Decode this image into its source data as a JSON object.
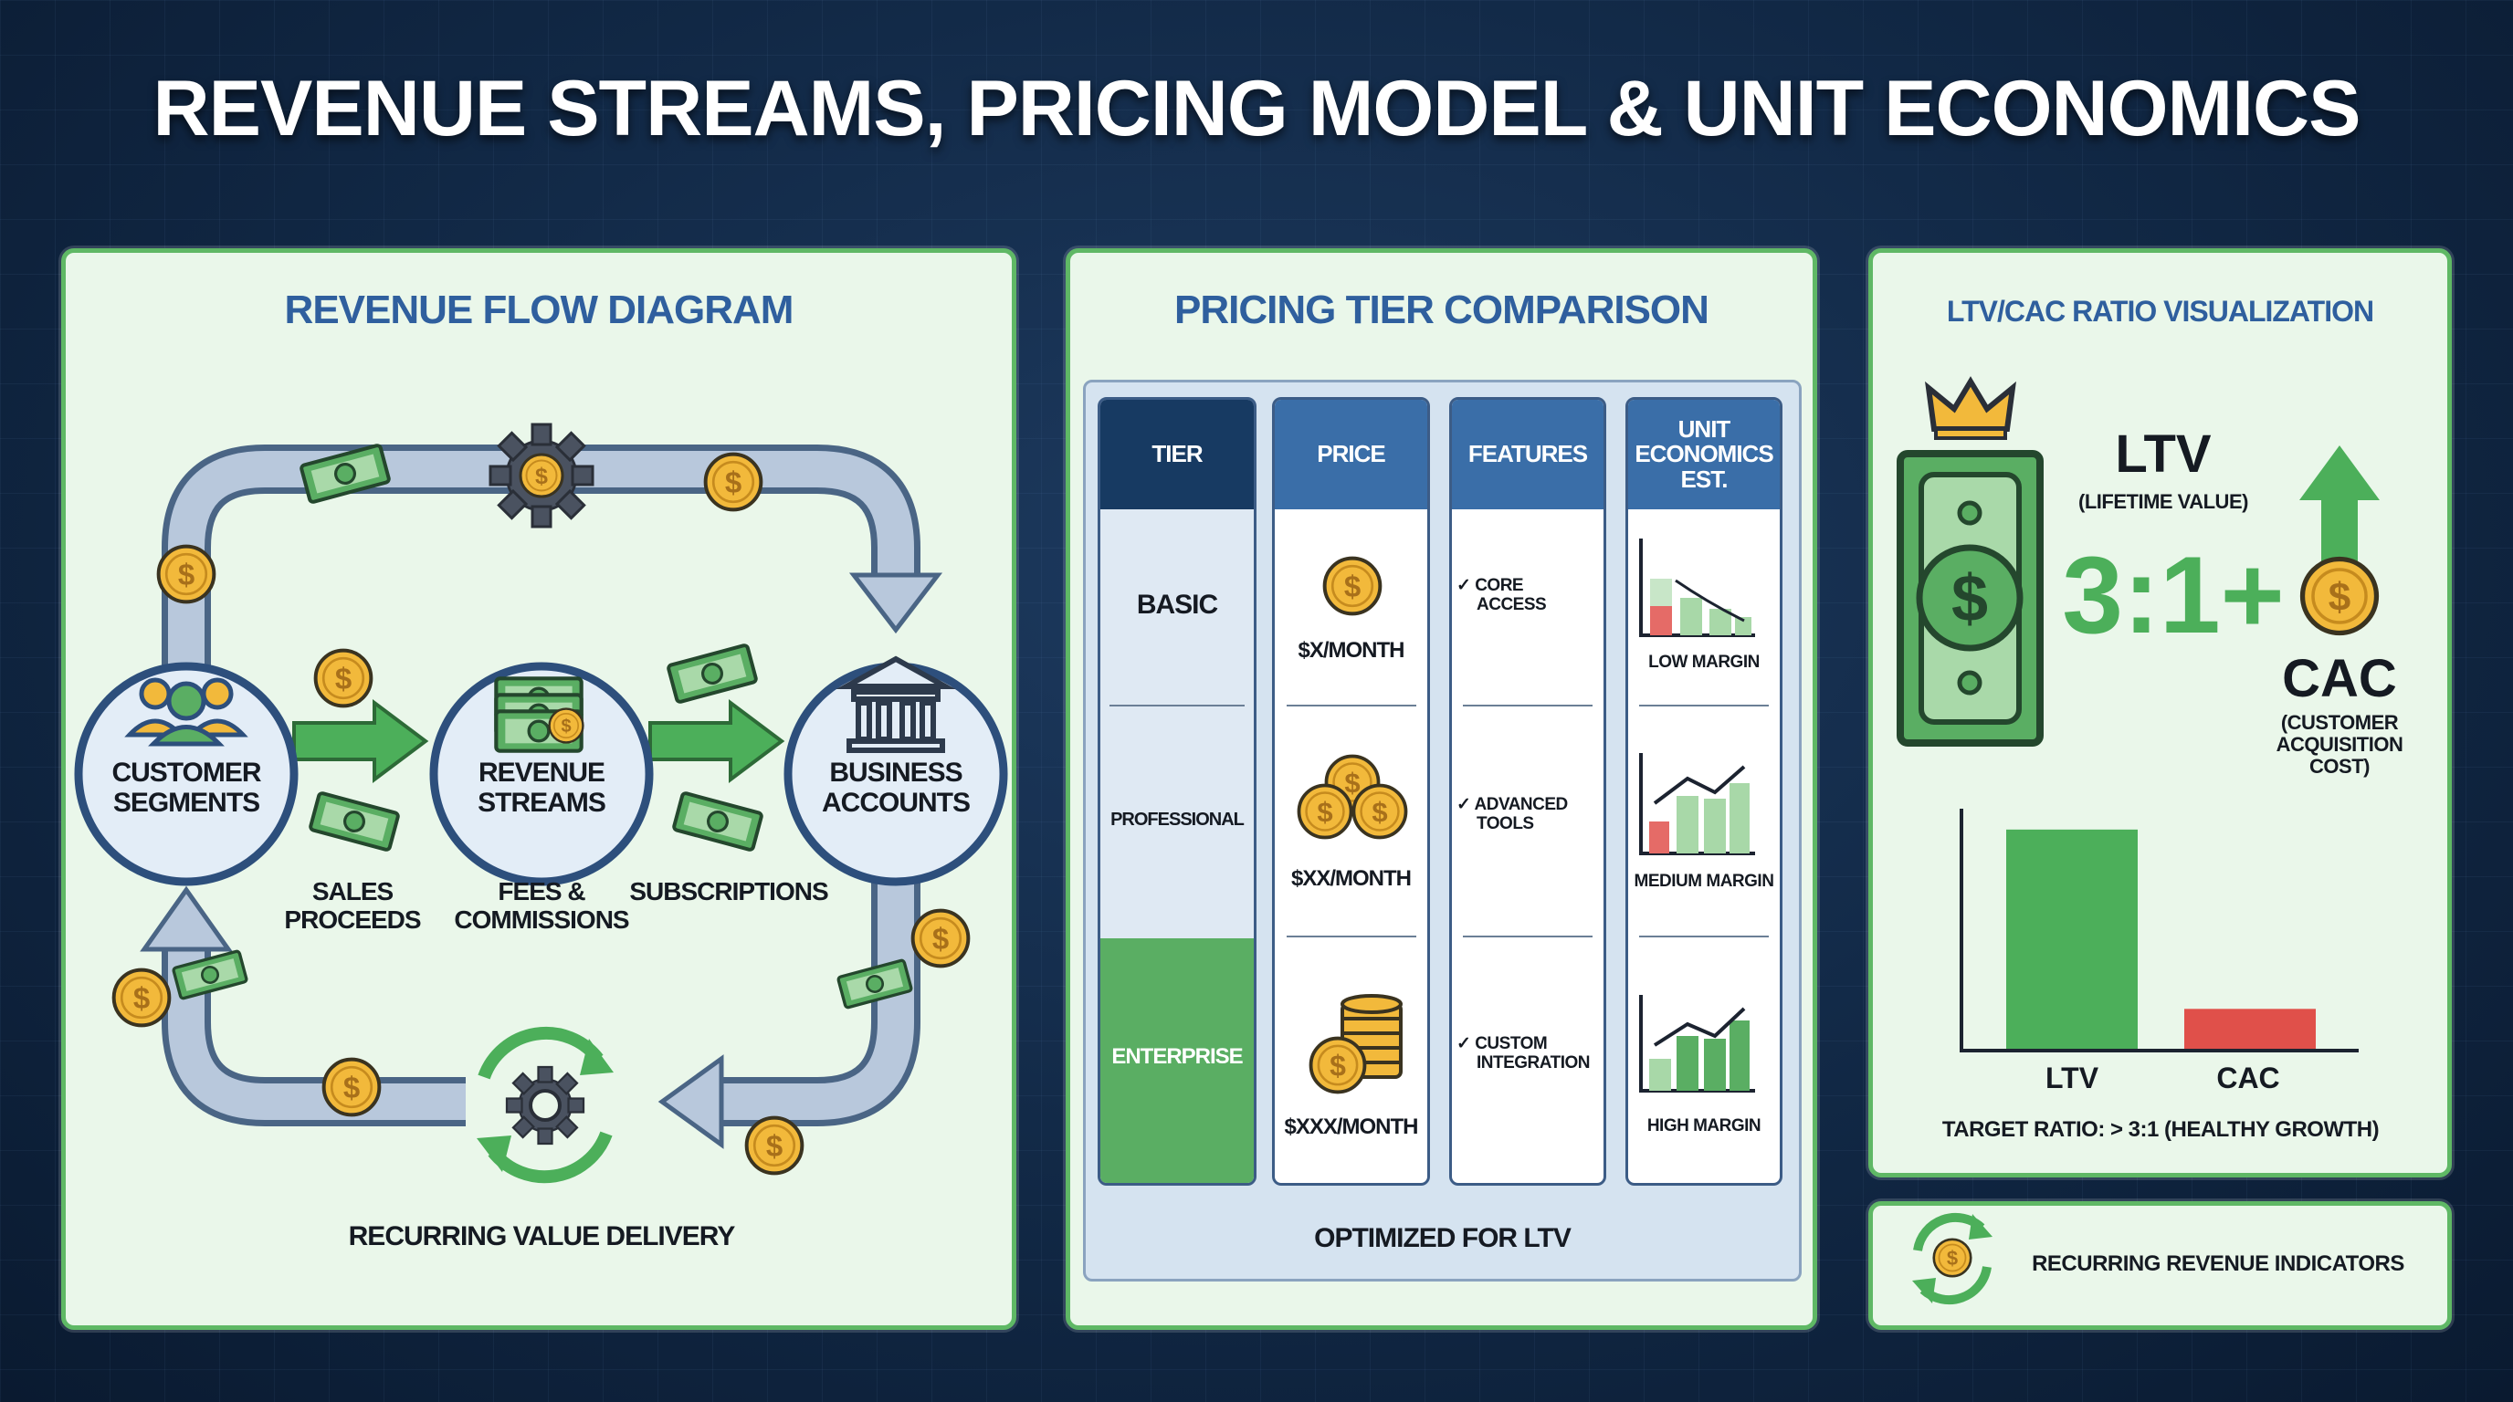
{
  "title": "REVENUE STREAMS, PRICING MODEL & UNIT ECONOMICS",
  "flow": {
    "heading": "REVENUE FLOW DIAGRAM",
    "nodes": [
      {
        "line1": "CUSTOMER",
        "line2": "SEGMENTS"
      },
      {
        "line1": "REVENUE",
        "line2": "STREAMS"
      },
      {
        "line1": "BUSINESS",
        "line2": "ACCOUNTS"
      }
    ],
    "labels": {
      "sales1": "SALES",
      "sales2": "PROCEEDS",
      "fees1": "FEES &",
      "fees2": "COMMISSIONS",
      "subs": "SUBSCRIPTIONS",
      "recurring": "RECURRING VALUE DELIVERY"
    }
  },
  "pricing": {
    "heading": "PRICING TIER COMPARISON",
    "headers": {
      "tier": "TIER",
      "price": "PRICE",
      "features": "FEATURES",
      "unit1": "UNIT",
      "unit2": "ECONOMICS",
      "unit3": "EST."
    },
    "rows": [
      {
        "tier": "BASIC",
        "price": "$X/MONTH",
        "feature1": "CORE",
        "feature2": "ACCESS",
        "margin": "LOW MARGIN"
      },
      {
        "tier": "PROFESSIONAL",
        "price": "$XX/MONTH",
        "feature1": "ADVANCED",
        "feature2": "TOOLS",
        "margin": "MEDIUM MARGIN"
      },
      {
        "tier": "ENTERPRISE",
        "price": "$XXX/MONTH",
        "feature1": "CUSTOM",
        "feature2": "INTEGRATION",
        "margin": "HIGH MARGIN"
      }
    ],
    "check": "✓",
    "footer": "OPTIMIZED FOR LTV"
  },
  "ltv": {
    "heading": "LTV/CAC RATIO VISUALIZATION",
    "ltv_label": "LTV",
    "ltv_full": "(LIFETIME VALUE)",
    "ratio": "3:1+",
    "cac_label": "CAC",
    "cac_full1": "(CUSTOMER",
    "cac_full2": "ACQUISITION",
    "cac_full3": "COST)",
    "target": "TARGET RATIO: > 3:1 (HEALTHY GROWTH)"
  },
  "chart_data": {
    "type": "bar",
    "categories": [
      "LTV",
      "CAC"
    ],
    "values": [
      5.3,
      1
    ],
    "colors": [
      "#4caf5a",
      "#e0504a"
    ],
    "ylim": [
      0,
      5.8
    ],
    "title": "",
    "xlabel": "",
    "ylabel": ""
  },
  "indicator": {
    "label": "RECURRING REVENUE INDICATORS"
  },
  "colors": {
    "green": "#4caf5a",
    "blue": "#2f5f9e",
    "navy": "#173a62",
    "red": "#e0504a",
    "gold": "#f2b93b"
  }
}
